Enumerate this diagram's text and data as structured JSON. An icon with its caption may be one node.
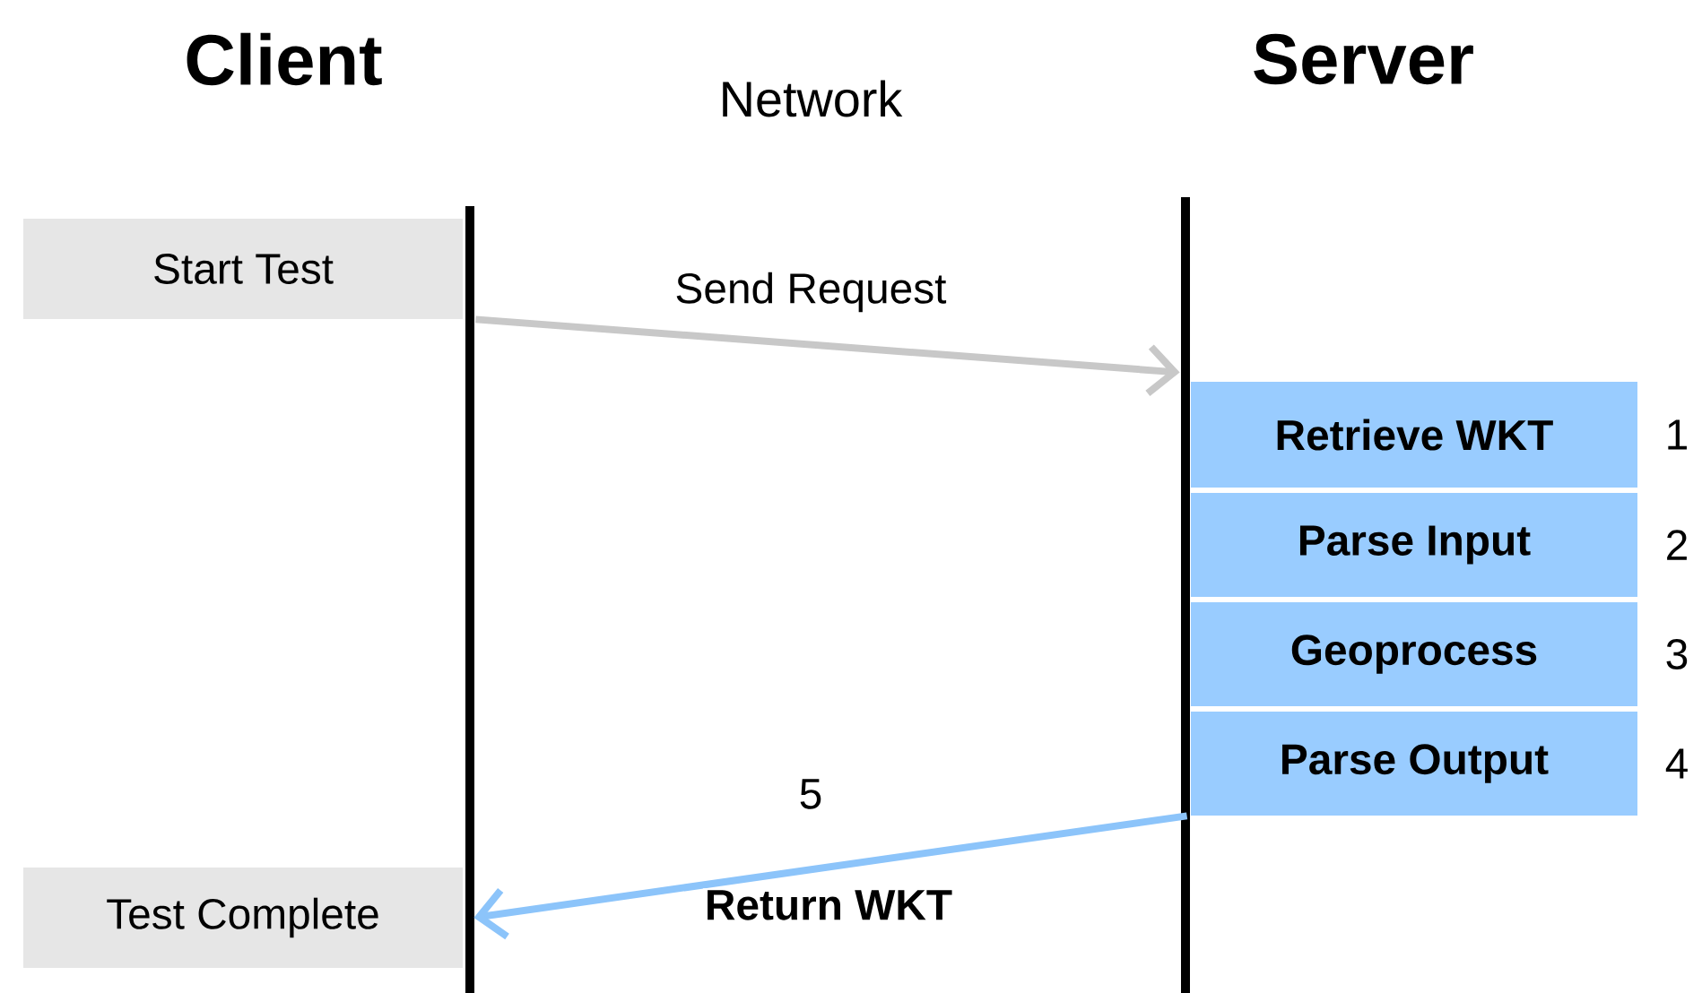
{
  "diagram": {
    "nodes": [
      {
        "text": [
          "Start Test"
        ]
      },
      {
        "text": [
          "Retrieve WKT"
        ],
        "beside": [
          "1"
        ]
      },
      {
        "text": [
          "Parse Input"
        ],
        "beside": [
          "2"
        ]
      },
      {
        "text": [
          "Geoprocess"
        ],
        "beside": [
          "3"
        ]
      },
      {
        "text": [
          "Parse Output"
        ],
        "beside": [
          "4"
        ]
      },
      {
        "text": [
          "Test Complete"
        ]
      }
    ],
    "edges": [
      {
        "from": 0,
        "to": 1,
        "arrow": "to",
        "label": "Send Request",
        "color": "#c8c8c8"
      },
      {
        "from": 4,
        "to": 5,
        "arrow": "to",
        "label": "Return WKT",
        "color": "#8cc4fa"
      }
    ],
    "labels": [
      "Client",
      "Network",
      "Server",
      "5"
    ]
  }
}
